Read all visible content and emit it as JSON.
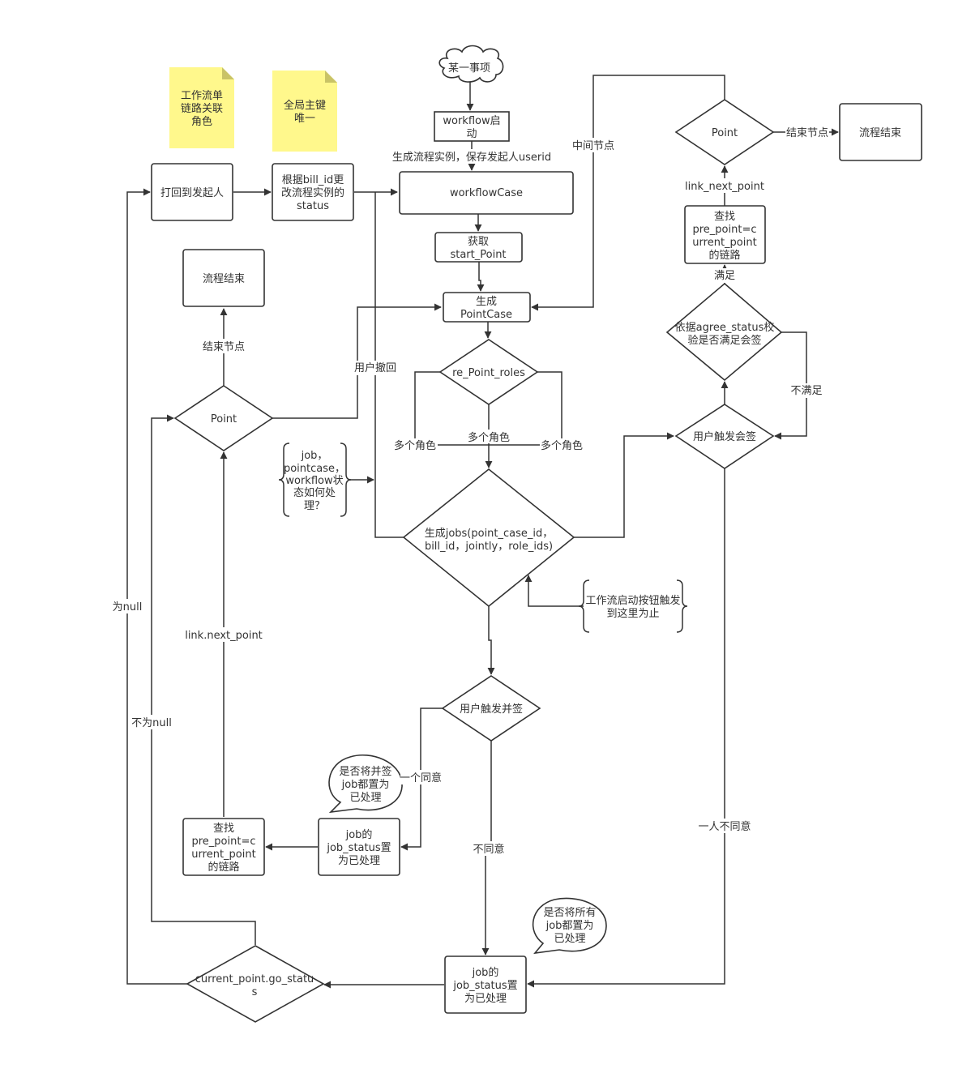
{
  "diagram": {
    "title": "",
    "colors": {
      "stroke": "#333333",
      "note": "#fff88c",
      "background": "#ffffff"
    },
    "nodes": [
      {
        "id": "start_event",
        "shape": "cloud",
        "lines": [
          "某一事项"
        ]
      },
      {
        "id": "workflow_start",
        "shape": "rect",
        "lines": [
          "workflow启",
          "动"
        ]
      },
      {
        "id": "workflow_case",
        "shape": "rect",
        "lines": [
          "workflowCase"
        ]
      },
      {
        "id": "get_start_point",
        "shape": "rect",
        "lines": [
          "获取",
          "start_Point"
        ]
      },
      {
        "id": "gen_point_case",
        "shape": "rect",
        "lines": [
          "生成",
          "PointCase"
        ]
      },
      {
        "id": "re_point_roles",
        "shape": "diamond",
        "lines": [
          "re_Point_roles"
        ]
      },
      {
        "id": "gen_jobs",
        "shape": "diamond",
        "lines": [
          "生成jobs(point_case_id，",
          "bill_id，jointly，role_ids)"
        ]
      },
      {
        "id": "user_trigger_countersign",
        "shape": "diamond",
        "lines": [
          "用户触发会签"
        ]
      },
      {
        "id": "agree_status_check",
        "shape": "diamond",
        "lines": [
          "依据agree_status校",
          "验是否满足会签"
        ]
      },
      {
        "id": "find_link_right",
        "shape": "rect",
        "lines": [
          "查找",
          "pre_point=c",
          "urrent_point",
          "的链路"
        ]
      },
      {
        "id": "point_right",
        "shape": "diamond",
        "lines": [
          "Point"
        ]
      },
      {
        "id": "flow_end_right",
        "shape": "rect",
        "lines": [
          "流程结束"
        ]
      },
      {
        "id": "user_trigger_parallel",
        "shape": "diamond",
        "lines": [
          "用户触发并签"
        ]
      },
      {
        "id": "job_status_mid",
        "shape": "rect",
        "lines": [
          "job的",
          "job_status置",
          "为已处理"
        ]
      },
      {
        "id": "find_link_left",
        "shape": "rect",
        "lines": [
          "查找",
          "pre_point=c",
          "urrent_point",
          "的链路"
        ]
      },
      {
        "id": "job_status_bottom",
        "shape": "rect",
        "lines": [
          "job的",
          "job_status置",
          "为已处理"
        ]
      },
      {
        "id": "go_status",
        "shape": "diamond",
        "lines": [
          "current_point.go_statu",
          "s"
        ]
      },
      {
        "id": "point_left",
        "shape": "diamond",
        "lines": [
          "Point"
        ]
      },
      {
        "id": "flow_end_left",
        "shape": "rect",
        "lines": [
          "流程结束"
        ]
      },
      {
        "id": "reject_to_initiator",
        "shape": "rect",
        "lines": [
          "打回到发起人"
        ]
      },
      {
        "id": "update_status",
        "shape": "rect",
        "lines": [
          "根据bill_id更",
          "改流程实例的",
          "status"
        ]
      }
    ],
    "notes": [
      {
        "id": "note_link_roles",
        "lines": [
          "工作流单",
          "链路关联",
          "角色"
        ]
      },
      {
        "id": "note_global_key",
        "lines": [
          "全局主键",
          "唯一"
        ]
      }
    ],
    "annotations": [
      {
        "id": "brace_job_state",
        "lines": [
          "job，",
          "pointcase，",
          "workflow状",
          "态如何处",
          "理？"
        ]
      },
      {
        "id": "brace_start_button",
        "lines": [
          "工作流启动按钮触发",
          "到这里为止"
        ]
      }
    ],
    "callouts": [
      {
        "id": "callout_parallel",
        "lines": [
          "是否将并签",
          "job都置为",
          "已处理"
        ]
      },
      {
        "id": "callout_all_jobs",
        "lines": [
          "是否将所有",
          "job都置为",
          "已处理"
        ]
      }
    ],
    "edge_labels": [
      {
        "id": "lbl_gen_instance",
        "text": "生成流程实例，保存发起人userid"
      },
      {
        "id": "lbl_middle_node",
        "text": "中间节点"
      },
      {
        "id": "lbl_end_node_right",
        "text": "结束节点"
      },
      {
        "id": "lbl_link_next_point_right",
        "text": "link_next_point"
      },
      {
        "id": "lbl_satisfied",
        "text": "满足"
      },
      {
        "id": "lbl_not_satisfied",
        "text": "不满足"
      },
      {
        "id": "lbl_multi_role_left",
        "text": "多个角色"
      },
      {
        "id": "lbl_multi_role_mid",
        "text": "多个角色"
      },
      {
        "id": "lbl_multi_role_right",
        "text": "多个角色"
      },
      {
        "id": "lbl_user_withdraw",
        "text": "用户撤回"
      },
      {
        "id": "lbl_end_node_left",
        "text": "结束节点"
      },
      {
        "id": "lbl_link_next_point_left",
        "text": "link.next_point"
      },
      {
        "id": "lbl_is_null",
        "text": "为null"
      },
      {
        "id": "lbl_not_null",
        "text": "不为null"
      },
      {
        "id": "lbl_one_agree",
        "text": "一个同意"
      },
      {
        "id": "lbl_disagree",
        "text": "不同意"
      },
      {
        "id": "lbl_one_disagree",
        "text": "一人不同意"
      }
    ]
  }
}
